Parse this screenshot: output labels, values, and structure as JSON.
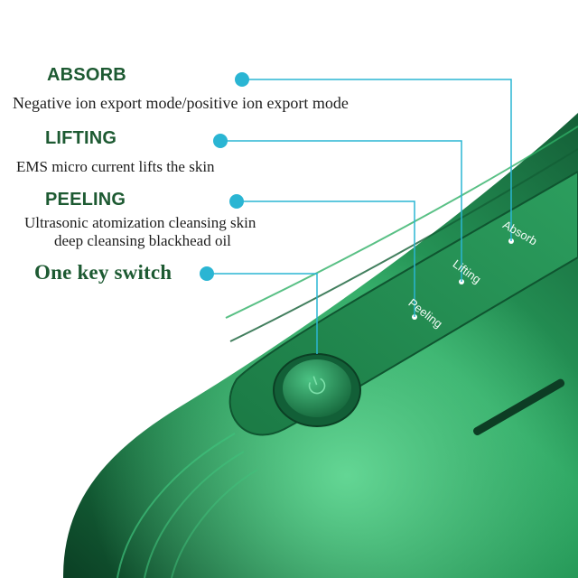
{
  "features": [
    {
      "title": "ABSORB",
      "description_lines": [
        "Negative ion export mode/positive ion export mode"
      ],
      "device_label": "Absorb"
    },
    {
      "title": "LIFTING",
      "description_lines": [
        "EMS micro current lifts the skin"
      ],
      "device_label": "Lifting"
    },
    {
      "title": "PEELING",
      "description_lines": [
        "Ultrasonic atomization cleansing skin",
        "deep cleansing blackhead oil"
      ],
      "device_label": "Peeling"
    },
    {
      "title": "One key switch",
      "description_lines": [],
      "device_label": ""
    }
  ],
  "colors": {
    "heading": "#1d5a32",
    "callout_dot": "#2ab5d3",
    "callout_line": "#2ab5d3",
    "device_body": "#1f8a4e",
    "device_highlight": "#4fcf86",
    "device_shadow": "#0d4a2a",
    "background": "#ffffff"
  },
  "icons": {
    "power_button": "power-icon"
  }
}
